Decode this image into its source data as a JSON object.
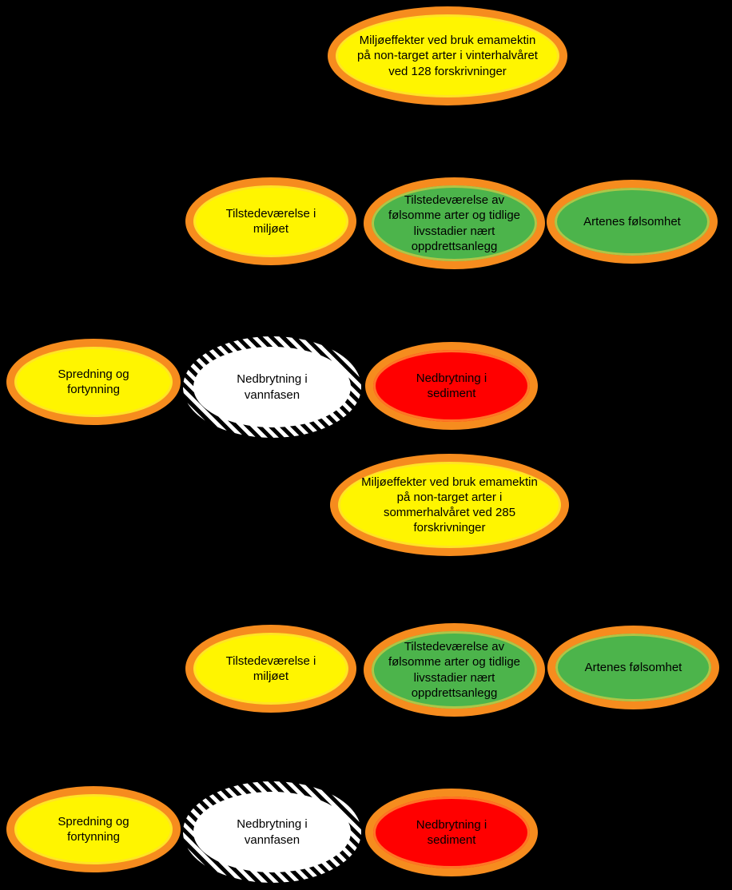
{
  "colors": {
    "bg": "#000000",
    "orange": "#F68C1E",
    "yellow": "#FFF500",
    "green": "#4CB44B",
    "red": "#FF0000",
    "white": "#FFFFFF",
    "hatch": "#000000",
    "text": "#000000"
  },
  "groups": [
    {
      "id": "vinterhalvaret",
      "root": {
        "label": "Miljøeffekter ved bruk emamektin på non-target arter i vinterhalvåret ved 128 forskrivninger",
        "fill": "yellow"
      },
      "children": [
        {
          "label": "Tilstedeværelse i miljøet",
          "fill": "yellow"
        },
        {
          "label": "Tilstedeværelse av følsomme arter og tidlige livsstadier nært oppdrettsanlegg",
          "fill": "green"
        },
        {
          "label": "Artenes følsomhet",
          "fill": "green"
        },
        {
          "label": "Spredning og fortynning",
          "fill": "yellow"
        },
        {
          "label": "Nedbrytning i vannfasen",
          "fill": "white-hatched"
        },
        {
          "label": "Nedbrytning i sediment",
          "fill": "red"
        }
      ]
    },
    {
      "id": "sommerhalvaret",
      "root": {
        "label": "Miljøeffekter ved bruk emamektin på non-target arter i sommerhalvåret ved 285 forskrivninger",
        "fill": "yellow"
      },
      "children": [
        {
          "label": "Tilstedeværelse i miljøet",
          "fill": "yellow"
        },
        {
          "label": "Tilstedeværelse av følsomme arter og tidlige livsstadier nært oppdrettsanlegg",
          "fill": "green"
        },
        {
          "label": "Artenes følsomhet",
          "fill": "green"
        },
        {
          "label": "Spredning og fortynning",
          "fill": "yellow"
        },
        {
          "label": "Nedbrytning i vannfasen",
          "fill": "white-hatched"
        },
        {
          "label": "Nedbrytning i sediment",
          "fill": "red"
        }
      ]
    }
  ]
}
